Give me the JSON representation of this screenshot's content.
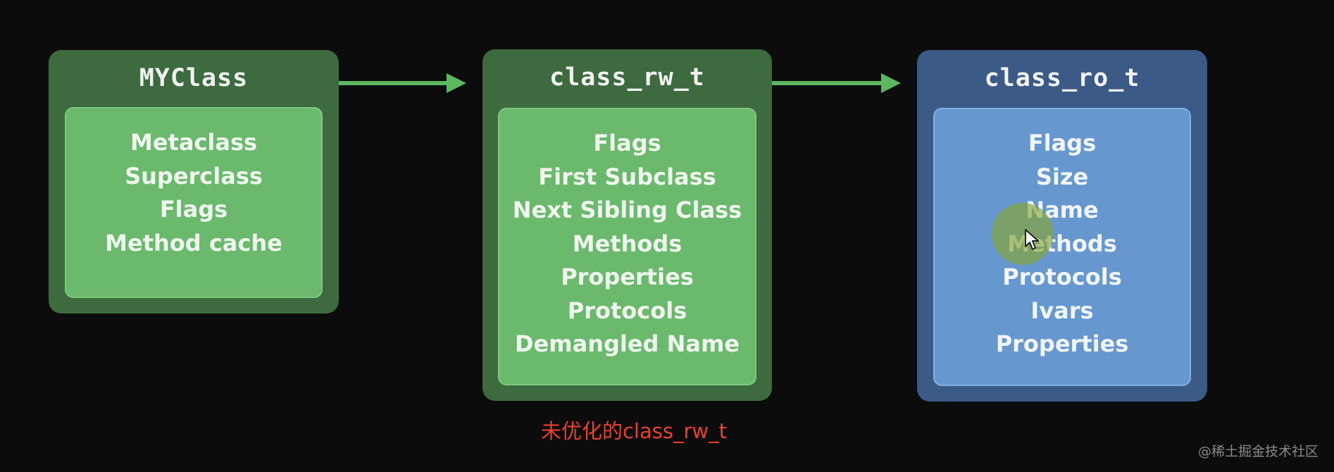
{
  "boxes": [
    {
      "title": "MYClass",
      "fields": [
        "Metaclass",
        "Superclass",
        "Flags",
        "Method cache"
      ]
    },
    {
      "title": "class_rw_t",
      "fields": [
        "Flags",
        "First Subclass",
        "Next Sibling Class",
        "Methods",
        "Properties",
        "Protocols",
        "Demangled Name"
      ]
    },
    {
      "title": "class_ro_t",
      "fields": [
        "Flags",
        "Size",
        "Name",
        "Methods",
        "Protocols",
        "Ivars",
        "Properties"
      ]
    }
  ],
  "caption": "未优化的class_rw_t",
  "watermark": "@稀土掘金技术社区",
  "colors": {
    "background": "#0c0c0c",
    "green_outer": "#3d6b3f",
    "green_inner": "#6ab96d",
    "blue_outer": "#3b5a85",
    "blue_inner": "#6698cf",
    "arrow": "#5cb85f",
    "caption": "#e8402e",
    "highlight": "#87a52d"
  }
}
